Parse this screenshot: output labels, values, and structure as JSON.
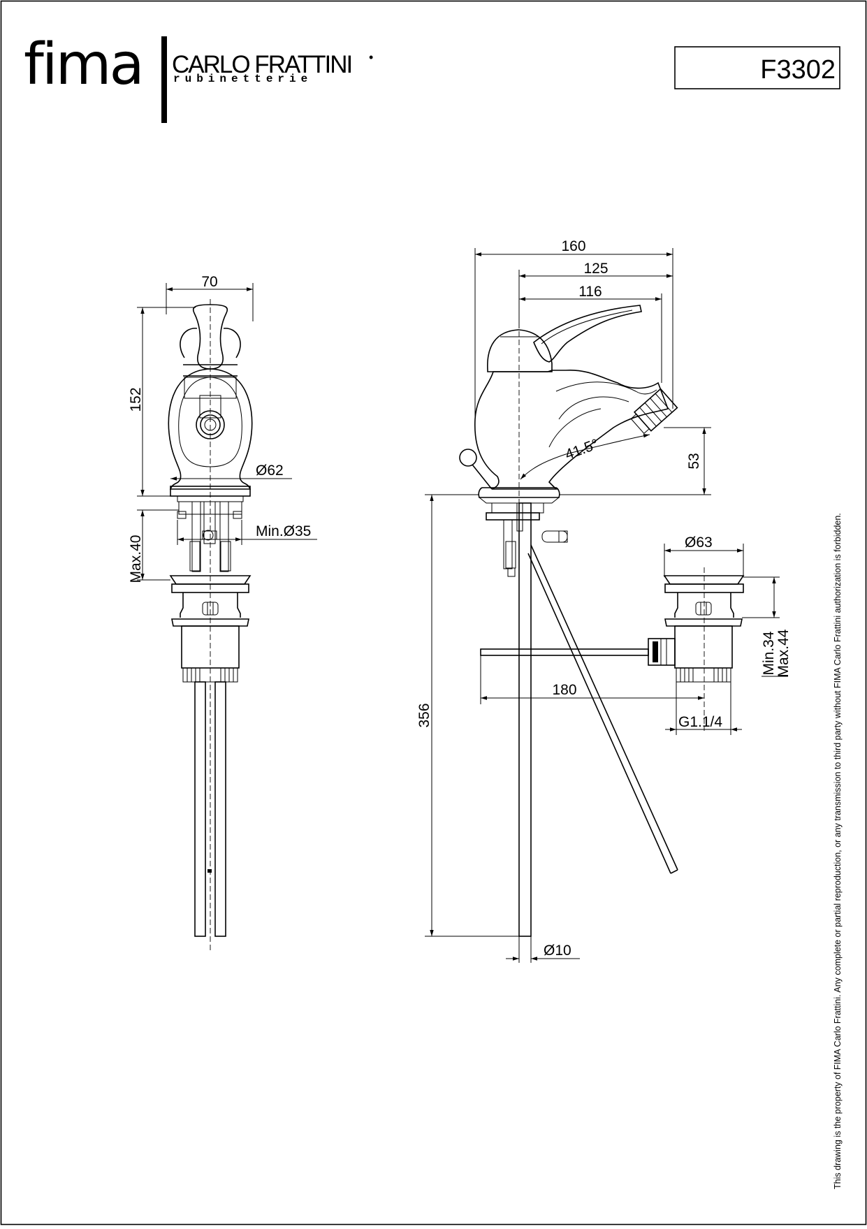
{
  "header": {
    "logo_fima": "fima",
    "logo_carlo_frattini": "CARLO FRATTINI",
    "logo_registered_mark": "•",
    "logo_rubinetterie": "rubinetterie",
    "product_code": "F3302"
  },
  "dimensions": {
    "front_width": "70",
    "front_height": "152",
    "front_base_diameter": "Ø62",
    "front_hole_min_diameter": "Min.Ø35",
    "front_deck_max": "Max.40",
    "side_overall": "160",
    "side_spout_reach": "125",
    "side_lever_reach": "116",
    "side_spout_angle": "41.5°",
    "side_spout_height": "53",
    "side_rod_length": "356",
    "side_rod_diameter": "Ø10",
    "waste_diameter": "Ø63",
    "waste_min": "Min.34",
    "waste_max": "Max.44",
    "waste_rod_length": "180",
    "waste_thread": "G1.1/4"
  },
  "legal_notice": "This drawing is the property of FIMA Carlo Frattini. Any complete or partial reproduction, or any transmission to third party without FIMA Carlo Frattini authorization is forbidden."
}
